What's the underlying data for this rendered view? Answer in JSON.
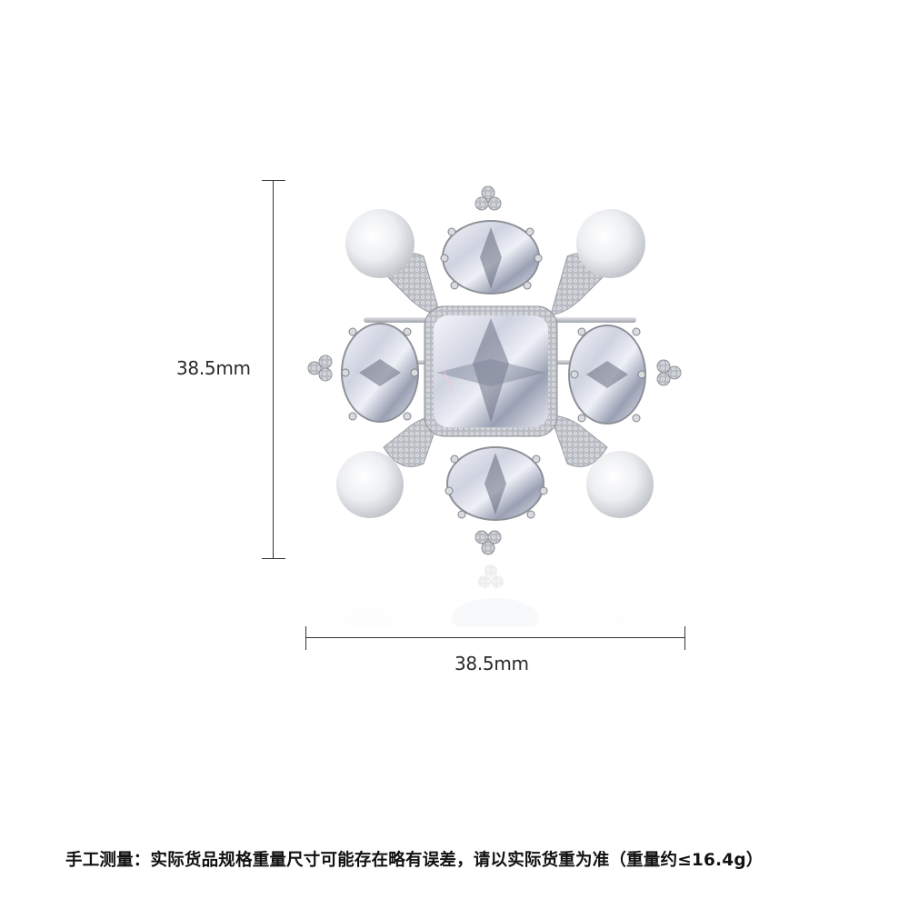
{
  "product": {
    "name": "snowflake-brooch",
    "colors": {
      "metal": "#c9ccd2",
      "metal_dark": "#8d9097",
      "stone": "#e6e8f2",
      "stone_shade": "#5a6072",
      "pearl": "#eef0f2",
      "pearl_shade": "#c3c6cb",
      "background": "#ffffff",
      "dimension_line": "#333333"
    }
  },
  "dimensions": {
    "height_label": "38.5mm",
    "width_label": "38.5mm"
  },
  "footer": {
    "note": "手工测量：实际货品规格重量尺寸可能存在略有误差，请以实际货重为准（重量约≤16.4g）"
  }
}
